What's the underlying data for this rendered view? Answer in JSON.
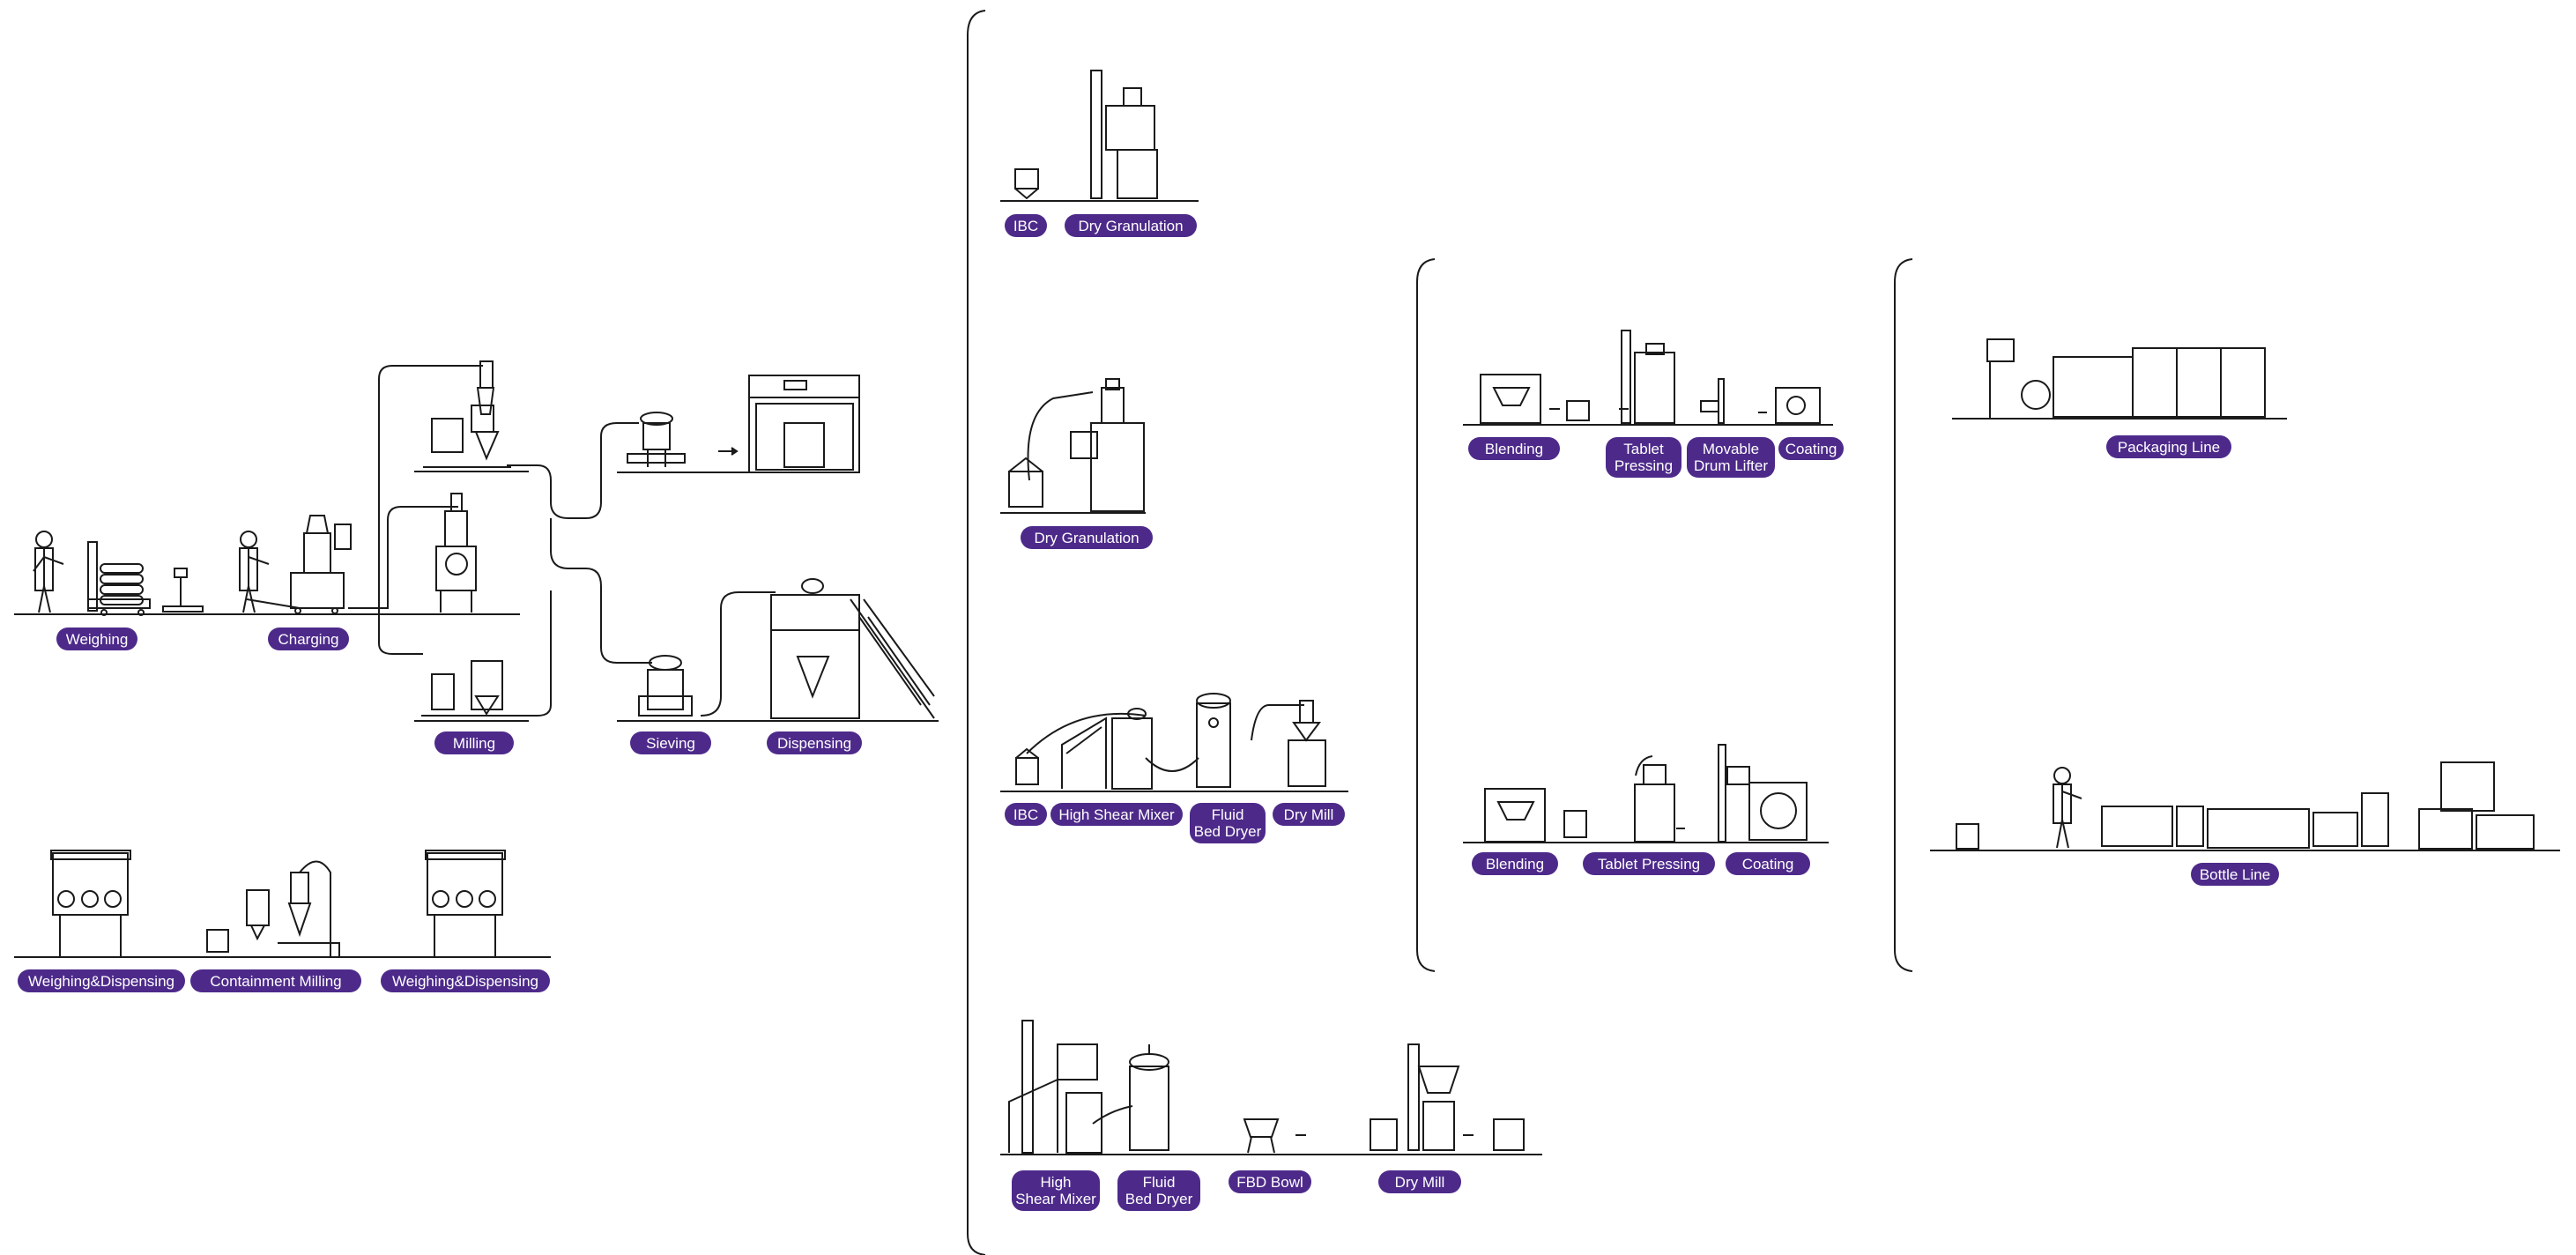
{
  "brand_color": "#4d2a8a",
  "line_color": "#1a1a1a",
  "labels": {
    "weighing": "Weighing",
    "charging": "Charging",
    "milling": "Milling",
    "sieving": "Sieving",
    "dispensing": "Dispensing",
    "weighing_dispensing_1": "Weighing&Dispensing",
    "containment_milling": "Containment Milling",
    "weighing_dispensing_2": "Weighing&Dispensing",
    "ibc_1": "IBC",
    "dry_granulation_1": "Dry Granulation",
    "dry_granulation_2": "Dry Granulation",
    "ibc_2": "IBC",
    "high_shear_mixer_1": "High Shear Mixer",
    "fluid_bed_dryer_1": "Fluid\nBed Dryer",
    "dry_mill_1": "Dry Mill",
    "high_shear_mixer_2": "High\nShear Mixer",
    "fluid_bed_dryer_2": "Fluid\nBed Dryer",
    "fbd_bowl": "FBD Bowl",
    "dry_mill_2": "Dry Mill",
    "blending_1": "Blending",
    "tablet_pressing_1": "Tablet\nPressing",
    "movable_drum_lifter": "Movable\nDrum Lifter",
    "coating_1": "Coating",
    "blending_2": "Blending",
    "tablet_pressing_2": "Tablet Pressing",
    "coating_2": "Coating",
    "packaging_line": "Packaging Line",
    "bottle_line": "Bottle Line"
  }
}
